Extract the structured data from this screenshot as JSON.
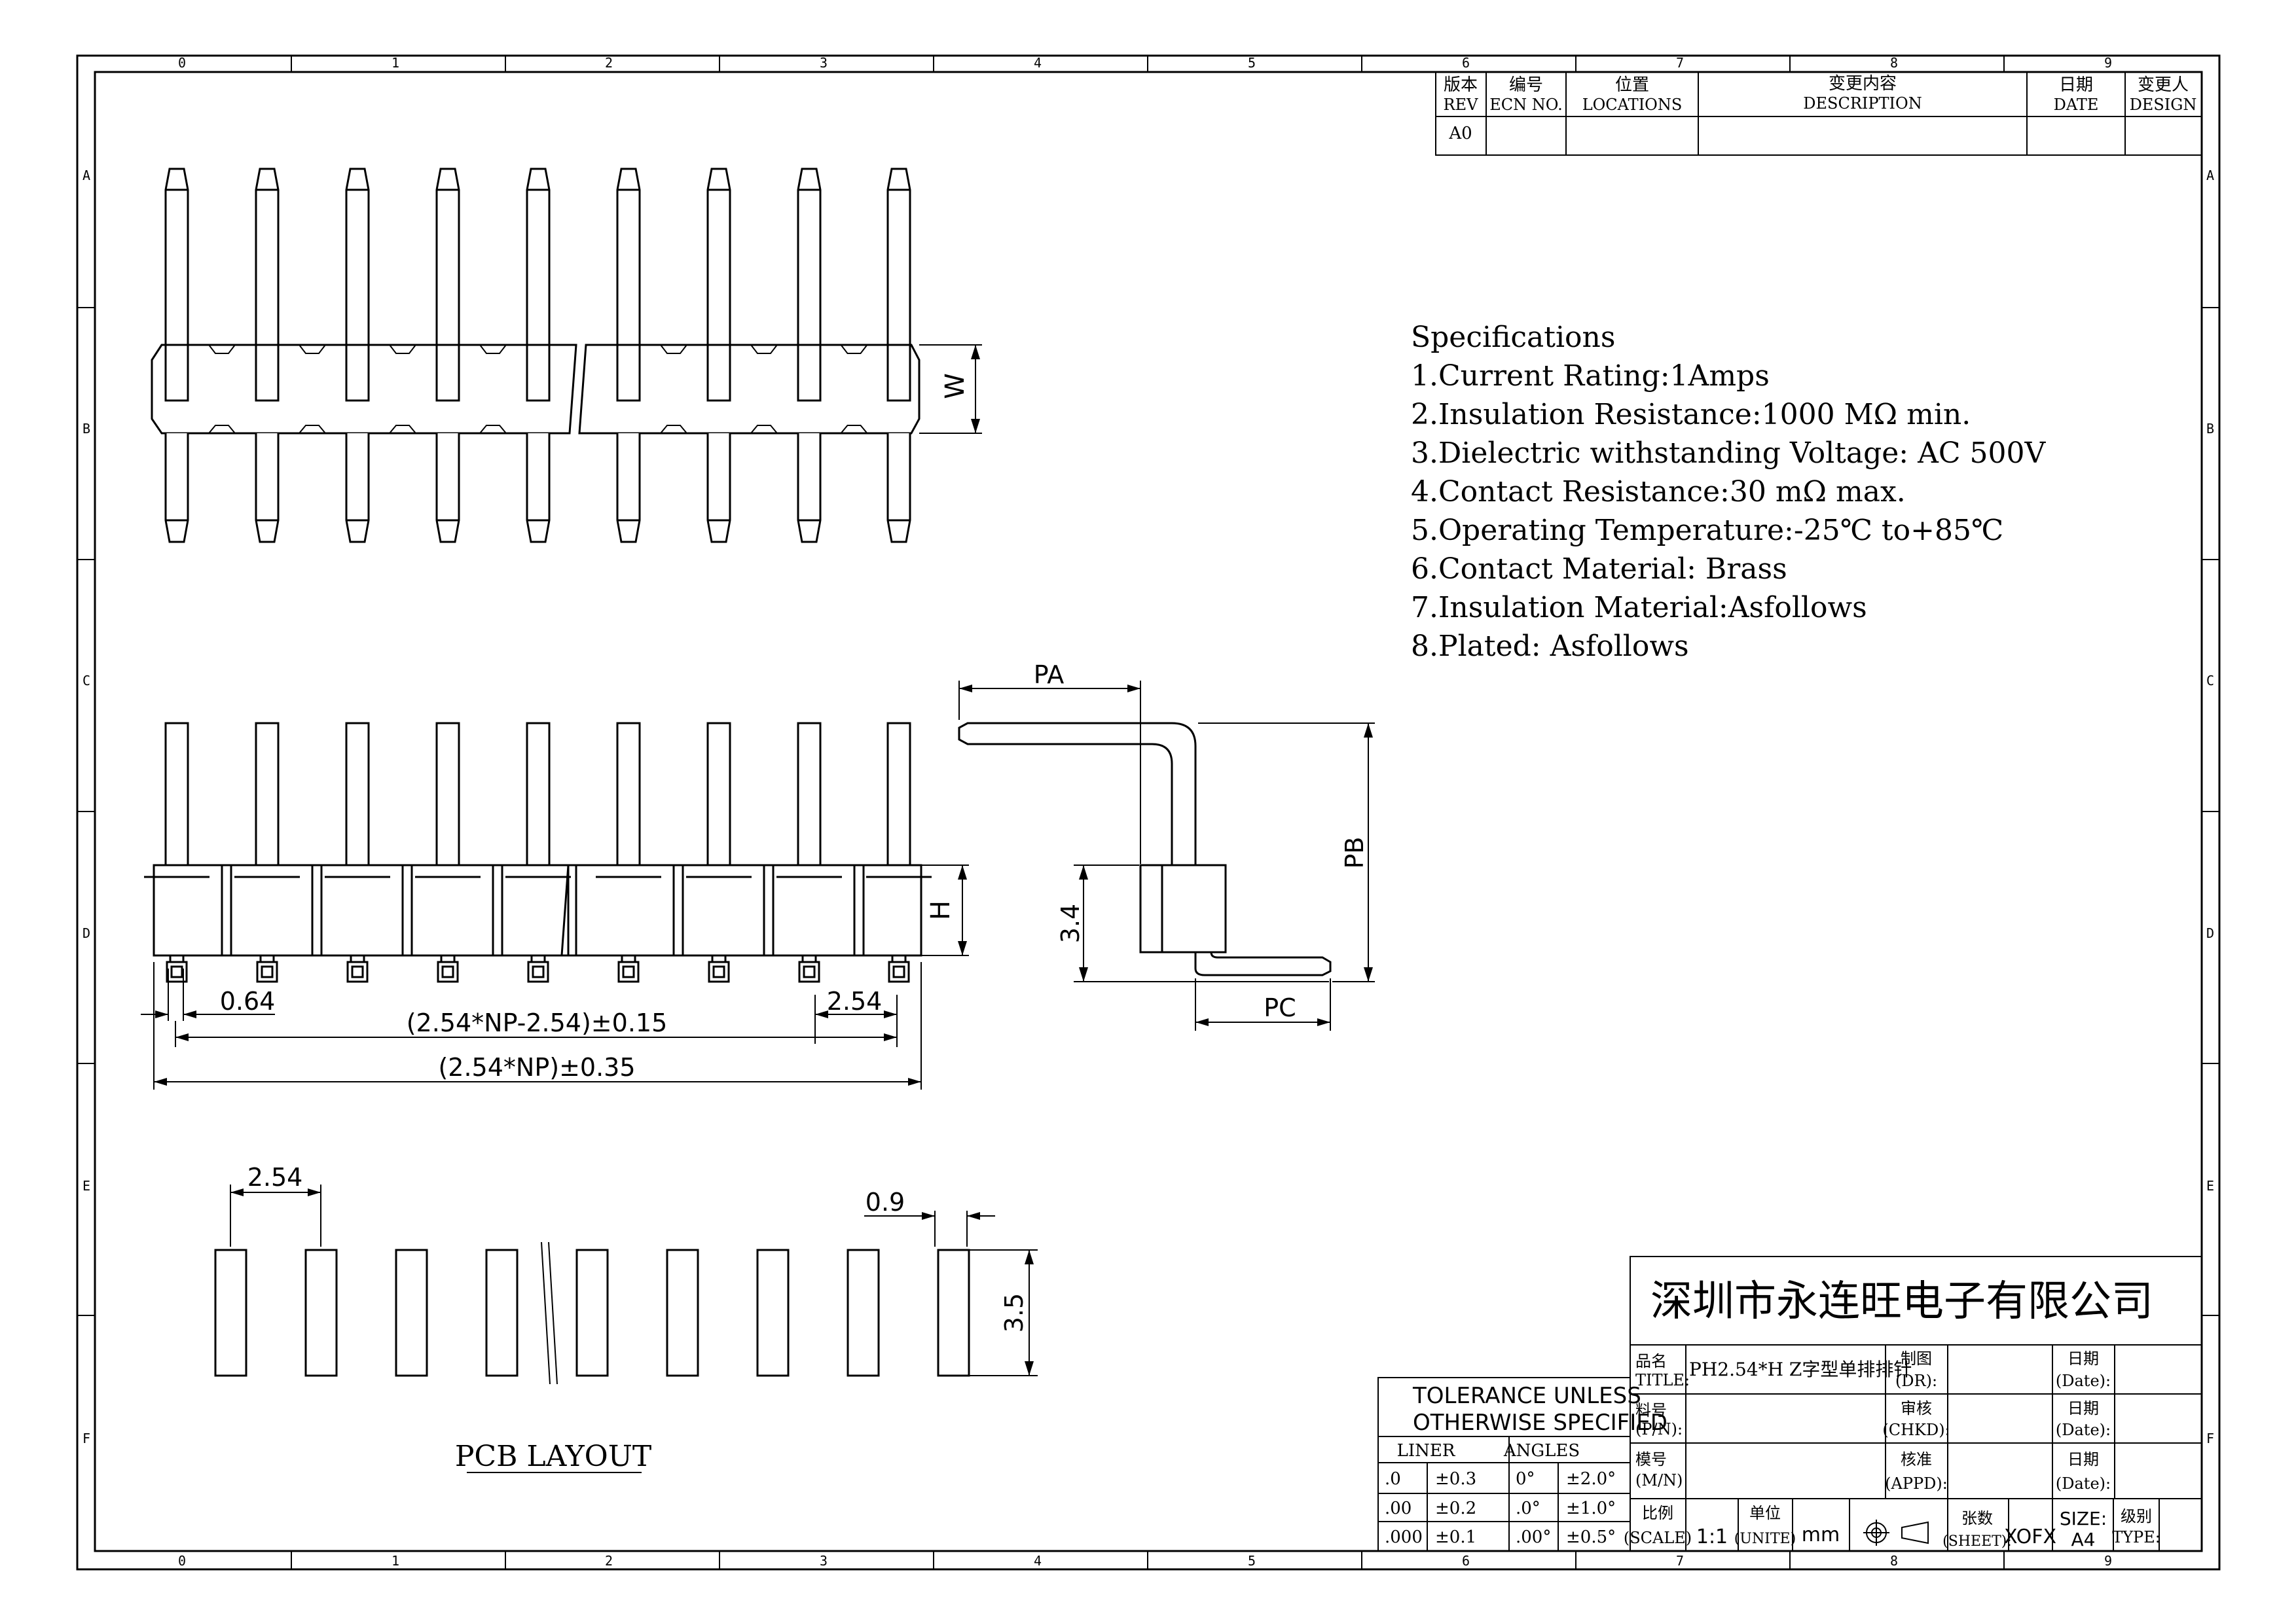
{
  "frame": {
    "col_labels": [
      "0",
      "1",
      "2",
      "3",
      "4",
      "5",
      "6",
      "7",
      "8",
      "9"
    ],
    "row_labels": [
      "A",
      "B",
      "C",
      "D",
      "E",
      "F"
    ]
  },
  "revision_table": {
    "headers": [
      {
        "cn": "版本",
        "en": "REV"
      },
      {
        "cn": "编号",
        "en": "ECN NO."
      },
      {
        "cn": "位置",
        "en": "LOCATIONS"
      },
      {
        "cn": "变更内容",
        "en": "DESCRIPTION"
      },
      {
        "cn": "日期",
        "en": "DATE"
      },
      {
        "cn": "变更人",
        "en": "DESIGN"
      }
    ],
    "rows": [
      [
        "A0",
        "",
        "",
        "",
        "",
        ""
      ]
    ]
  },
  "specifications": {
    "title": "Specifications",
    "items": [
      "1.Current Rating:1Amps",
      "2.Insulation Resistance:1000 MΩ min.",
      "3.Dielectric withstanding Voltage: AC 500V",
      "4.Contact Resistance:30 mΩ max.",
      "5.Operating Temperature:-25℃ to+85℃",
      "6.Contact Material:  Brass",
      "7.Insulation Material:Asfollows",
      "8.Plated: Asfollows"
    ]
  },
  "dimensions": {
    "w": "W",
    "h": "H",
    "pin_width": "0.64",
    "pitch": "2.54",
    "span_formula": "(2.54*NP-2.54)±0.15",
    "total_formula": "(2.54*NP)±0.35",
    "pa": "PA",
    "pb": "PB",
    "pc": "PC",
    "body_height": "3.4",
    "pcb_pitch": "2.54",
    "pad_width": "0.9",
    "pad_length": "3.5"
  },
  "pcb_layout_label": "PCB LAYOUT",
  "tolerance": {
    "title_line1": "TOLERANCE UNLESS",
    "title_line2": "OTHERWISE SPECIFIED",
    "col_liner": "LINER",
    "col_angles": "ANGLES",
    "rows": [
      [
        ".0",
        "±0.3",
        "0°",
        "±2.0°"
      ],
      [
        ".00",
        "±0.2",
        ".0°",
        "±1.0°"
      ],
      [
        ".000",
        "±0.1",
        ".00°",
        "±0.5°"
      ]
    ]
  },
  "title_block": {
    "company": "深圳市永连旺电子有限公司",
    "title_label_cn": "品名",
    "title_label_en": "TITLE:",
    "title_value": "PH2.54*H Z字型单排排针",
    "pn_label_cn": "料号",
    "pn_label_en": "(P/N):",
    "mold_label_cn": "模号",
    "mold_label_en": "(M/N)",
    "dr_label_cn": "制图",
    "dr_label_en": "(DR):",
    "chkd_label_cn": "审核",
    "chkd_label_en": "(CHKD):",
    "appd_label_cn": "核准",
    "appd_label_en": "(APPD):",
    "date_label_cn": "日期",
    "date_label_en": "(Date):",
    "scale_label_cn": "比例",
    "scale_label_en": "(SCALE)",
    "scale_value": "1:1",
    "unit_label_cn": "单位",
    "unit_label_en": "(UNITE)",
    "unit_value": "mm",
    "sheet_label_cn": "张数",
    "sheet_label_en": "(SHEET):",
    "sheet_value": "XOFX",
    "size_label": "SIZE:",
    "size_value": "A4",
    "type_label_cn": "级别",
    "type_label_en": "TYPE:"
  }
}
